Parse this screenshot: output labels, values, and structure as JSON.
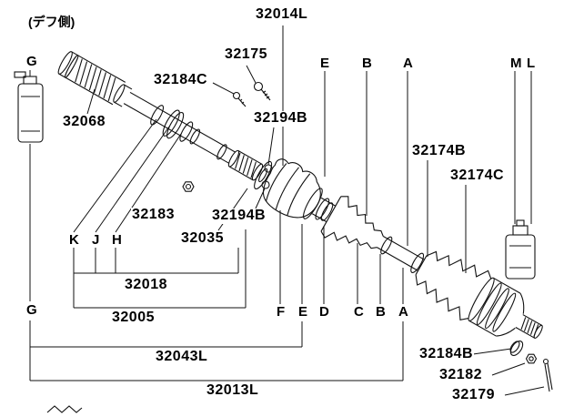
{
  "colors": {
    "background": "#ffffff",
    "line": "#111111",
    "text": "#000000"
  },
  "note": {
    "text": "(デフ側)"
  },
  "parts": {
    "p32014L": "32014L",
    "p32175": "32175",
    "p32184C": "32184C",
    "p32068": "32068",
    "p32194B_upper": "32194B",
    "p32194B_lower": "32194B",
    "p32174B": "32174B",
    "p32174C": "32174C",
    "p32183": "32183",
    "p32035": "32035",
    "p32018": "32018",
    "p32005": "32005",
    "p32043L": "32043L",
    "p32013L": "32013L",
    "p32184B": "32184B",
    "p32182": "32182",
    "p32179": "32179"
  },
  "refs": {
    "g_top": "G",
    "g_bottom": "G",
    "e_top": "E",
    "b_top": "B",
    "a_top": "A",
    "m": "M",
    "l": "L",
    "k": "K",
    "j": "J",
    "h": "H",
    "f": "F",
    "e_bottom": "E",
    "d": "D",
    "c": "C",
    "b_bottom": "B",
    "a_bottom": "A"
  }
}
